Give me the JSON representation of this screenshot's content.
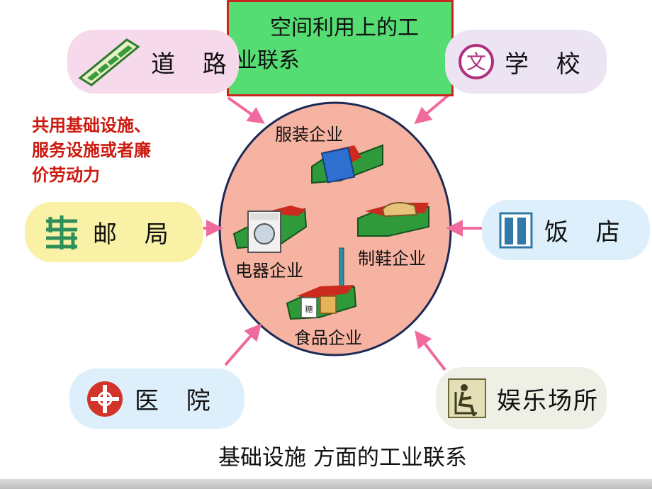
{
  "title": {
    "line1": "空间利用上的工",
    "line2": "业联系"
  },
  "note": {
    "line1": "共用基础设施、",
    "line2": "服务设施或者廉",
    "line3": "价劳动力"
  },
  "facilities": {
    "road": "道 路",
    "school": "学 校",
    "post_office": "邮 局",
    "restaurant": "饭 店",
    "hospital": "医 院",
    "entertainment": "娱乐场所",
    "school_badge": "文"
  },
  "enterprises": {
    "clothing": "服装企业",
    "shoe": "制鞋企业",
    "electrical": "电器企业",
    "food": "食品企业",
    "food_label": "糖"
  },
  "caption": "基础设施 方面的工业联系",
  "colors": {
    "circle": "#f6b3a2",
    "arrow": "#f06a9e",
    "title_bg": "#55dd73",
    "note": "#cc1a10"
  }
}
